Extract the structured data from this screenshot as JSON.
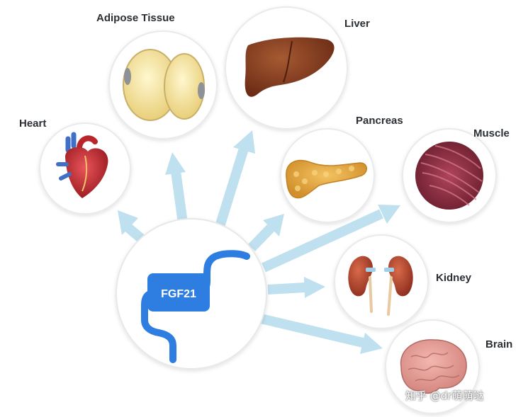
{
  "center": {
    "label": "FGF21"
  },
  "organs": {
    "heart": "Heart",
    "adipose": "Adipose Tissue",
    "liver": "Liver",
    "pancreas": "Pancreas",
    "muscle": "Muscle",
    "kidney": "Kidney",
    "brain": "Brain"
  },
  "watermark": "知乎 @dr萌萌哒",
  "colors": {
    "arrow": "#bfe0ee",
    "protein": "#2e7de0",
    "circle_border": "#e8eaec"
  }
}
